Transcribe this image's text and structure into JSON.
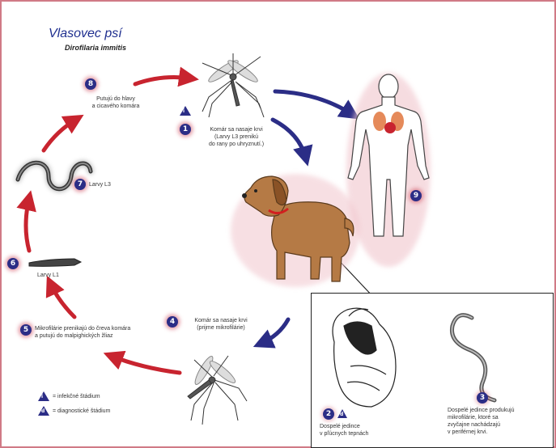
{
  "title": "Vlasovec psí",
  "subtitle": "Dirofilaria immitis",
  "steps": [
    {
      "num": "1",
      "text": "Komár sa nasaje krvi\n(Larvy L3 prenikú\ndo rany po uhryznutí.)"
    },
    {
      "num": "2",
      "text": "Dospelé jedince\nv pľúcnych tepnách"
    },
    {
      "num": "3",
      "text": "Dospelé jedince produkujú\nmikrofilárie, ktoré sa\nzvyčajne nachádzajú\nv periférnej krvi."
    },
    {
      "num": "4",
      "text": "Komár sa nasaje krvi\n(prijme mikrofilárie)"
    },
    {
      "num": "5",
      "text": "Mikrofilárie prenikajú do čreva komára\na putujú do malpighických žliaz"
    },
    {
      "num": "6",
      "text": "Larvy L1"
    },
    {
      "num": "7",
      "text": "Larvy L3"
    },
    {
      "num": "8",
      "text": "Putujú do hlavy\na cicavého komára"
    },
    {
      "num": "9",
      "text": ""
    }
  ],
  "legend": [
    {
      "symbol": "i",
      "text": "= infekčné štádium"
    },
    {
      "symbol": "d",
      "text": "= diagnostické štádium"
    }
  ],
  "colors": {
    "title": "#1f2f8f",
    "badge": "#2b2d86",
    "red_arrow": "#c8242f",
    "blue_arrow": "#2b2d86",
    "border": "#d07a86",
    "dog": "#b57a45"
  }
}
